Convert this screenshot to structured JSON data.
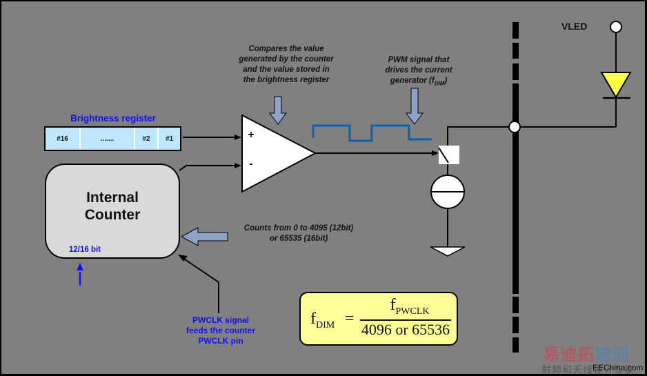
{
  "register": {
    "title": "Brightness register",
    "cells": [
      "#16",
      ".......",
      "#2",
      "#1"
    ]
  },
  "comparator": {
    "annotation_lines": [
      "Compares the value",
      "generated by the counter",
      "and the value stored in",
      "the brightness register"
    ],
    "plus": "+",
    "minus": "-"
  },
  "pwm": {
    "annotation_lines": [
      "PWM signal that",
      "drives the current",
      "generator (f"
    ],
    "annotation_sub": "DIM",
    "annotation_tail": ")"
  },
  "counter": {
    "title_lines": [
      "Internal",
      "Counter"
    ],
    "bit_label": "12/16 bit",
    "counts_lines": [
      "Counts from 0 to 4095 (12bit)",
      "or 65535 (16bit)"
    ]
  },
  "pwclk": {
    "lines": [
      "PWCLK signal",
      "feeds the counter",
      "PWCLK pin"
    ]
  },
  "supply": {
    "label": "VLED"
  },
  "formula": {
    "lhs": "f",
    "lhs_sub": "DIM",
    "eq": "=",
    "num": "f",
    "num_sub": "PWCLK",
    "den": "4096 or 65536"
  },
  "colors": {
    "background": "#808080",
    "register_fill": "#bfe6ff",
    "label_blue": "#1010ee",
    "pwm_wave": "#1060a8",
    "led_fill": "#ffff44",
    "formula_fill": "#ffff99",
    "callout_arrow": "#8fa2c8"
  },
  "watermark": {
    "brand_red": "易迪拓",
    "brand_blue": "培训",
    "slogan": "射频和天线设计专家",
    "site": "EEChina.com"
  }
}
